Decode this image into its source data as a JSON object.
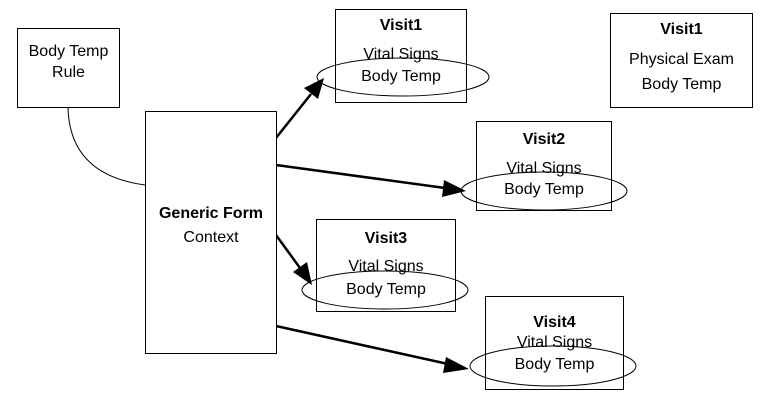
{
  "rule_box": {
    "line1": "Body Temp",
    "line2": "Rule"
  },
  "context_box": {
    "title": "Generic Form",
    "subtitle": "Context"
  },
  "visit1_vitals": {
    "title": "Visit1",
    "section": "Vital Signs",
    "item": "Body Temp"
  },
  "visit1_exam": {
    "title": "Visit1",
    "section": "Physical Exam",
    "item": "Body Temp"
  },
  "visit2": {
    "title": "Visit2",
    "section": "Vital Signs",
    "item": "Body Temp"
  },
  "visit3": {
    "title": "Visit3",
    "section": "Vital Signs",
    "item": "Body Temp"
  },
  "visit4": {
    "title": "Visit4",
    "section": "Vital Signs",
    "item": "Body Temp"
  },
  "colors": {
    "stroke": "#000000",
    "background": "#ffffff"
  }
}
